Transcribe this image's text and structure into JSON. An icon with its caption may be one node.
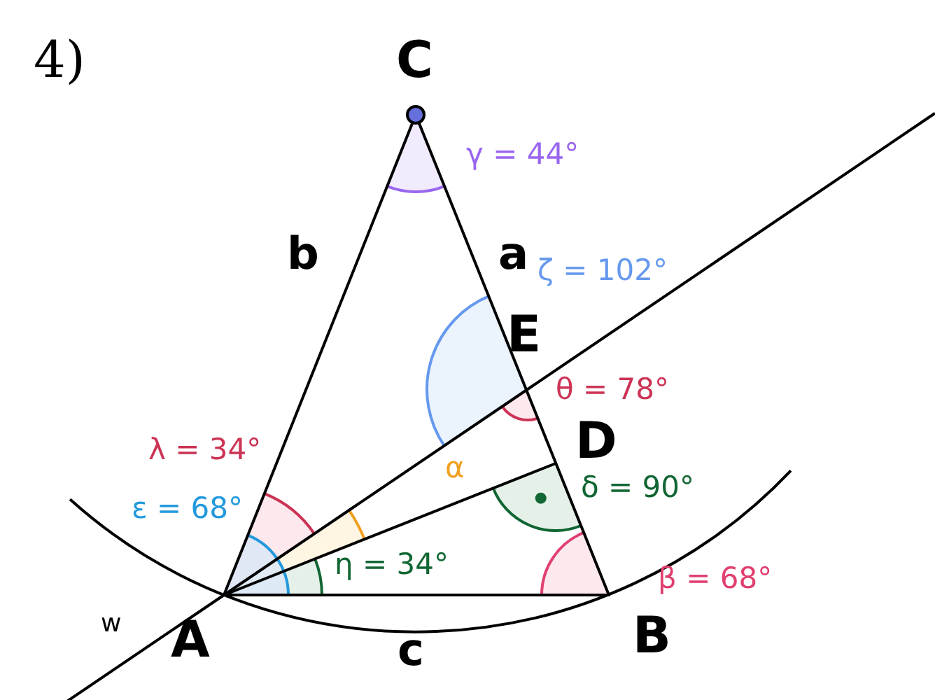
{
  "diagram": {
    "title": "4)",
    "labels": [
      "C",
      "γ = 44°",
      "b",
      "a",
      "ζ = 102°",
      "E",
      "θ = 78°",
      "λ = 34°",
      "α",
      "D",
      "ε = 68°",
      "δ = 90°",
      "η = 34°",
      "β = 68°",
      "w",
      "A",
      "B",
      "c"
    ]
  }
}
